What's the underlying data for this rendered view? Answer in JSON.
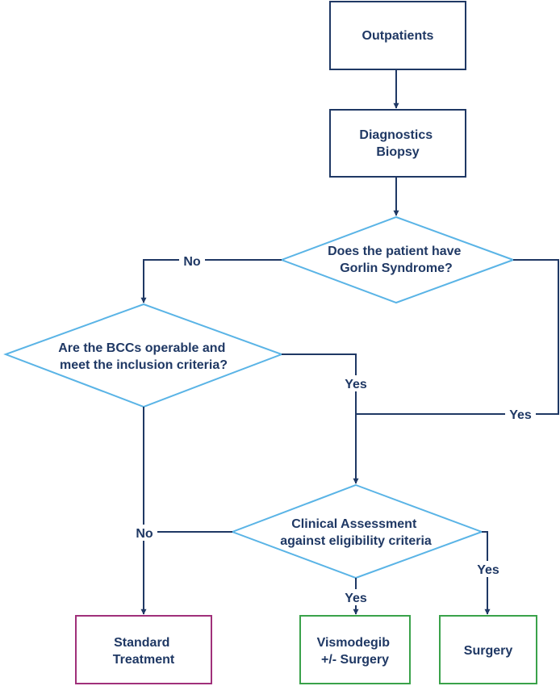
{
  "colors": {
    "connector": "#1f3864",
    "text": "#1f3864",
    "process_border": "#1f3864",
    "decision_border": "#5ab4e6",
    "standard_border": "#a0307a",
    "outcome_border": "#3aa24a"
  },
  "nodes": {
    "outpatients": {
      "lines": [
        "Outpatients"
      ]
    },
    "diagnostics": {
      "lines": [
        "Diagnostics",
        "Biopsy"
      ]
    },
    "gorlin": {
      "lines": [
        "Does the patient have",
        "Gorlin Syndrome?"
      ]
    },
    "bcc": {
      "lines": [
        "Are the BCCs operable and",
        "meet the inclusion criteria?"
      ]
    },
    "clinical": {
      "lines": [
        "Clinical Assessment",
        "against eligibility criteria"
      ]
    },
    "standard": {
      "lines": [
        "Standard",
        "Treatment"
      ]
    },
    "vismodegib": {
      "lines": [
        "Vismodegib",
        "+/- Surgery"
      ]
    },
    "surgery": {
      "lines": [
        "Surgery"
      ]
    }
  },
  "edge_labels": {
    "gorlin_no": "No",
    "gorlin_yes": "Yes",
    "bcc_yes": "Yes",
    "clinical_no": "No",
    "clinical_yes_down": "Yes",
    "clinical_yes_right": "Yes"
  }
}
